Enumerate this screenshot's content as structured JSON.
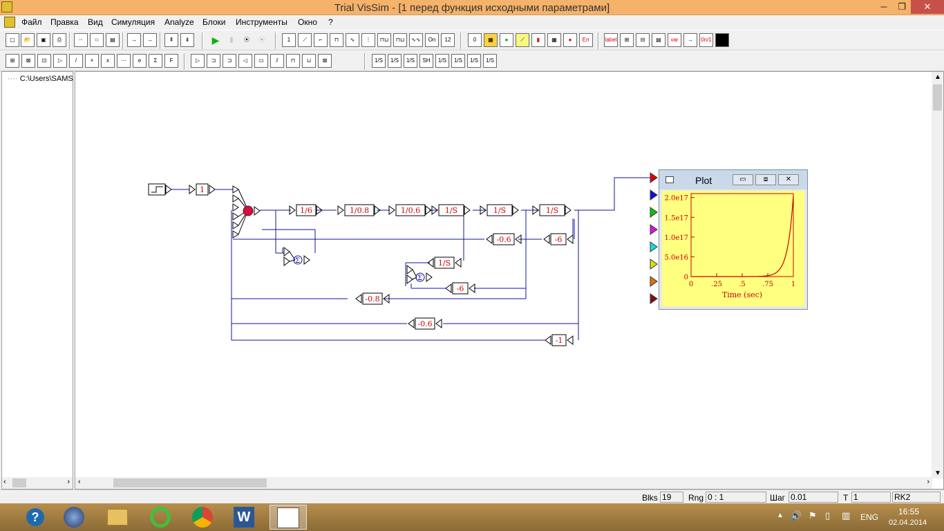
{
  "window": {
    "title": "Trial VisSim - [1 перед функция исходными параметрами]"
  },
  "menu": [
    "Файл",
    "Правка",
    "Вид",
    "Симуляция",
    "Analyze",
    "Блоки",
    "Инструменты",
    "Окно",
    "?"
  ],
  "toolbar1": [
    "new",
    "open",
    "save",
    "print",
    "cut",
    "copy",
    "paste",
    "insert-in",
    "insert-out",
    "up",
    "down",
    "run",
    "pause",
    "step",
    "reset",
    "in",
    "ramp",
    "step-fn",
    "pulse",
    "sine",
    "noise",
    "square",
    "wave",
    "sinusoid",
    "on",
    "12",
    "const0",
    "display",
    "light",
    "plot",
    "histogram",
    "matrix",
    "stop",
    "error",
    "label",
    "block-a",
    "block-b",
    "block-c",
    "variable",
    "connect",
    "onoff",
    "color"
  ],
  "toolbar1_labels": {
    "const": "0",
    "on": "On",
    "num": "12",
    "label": "label",
    "var": "var",
    "onoff": "0n/1"
  },
  "toolbar2": [
    "b1",
    "b2",
    "b3",
    "b4",
    "b5",
    "b6",
    "b7",
    "b8",
    "b9",
    "b10",
    "b11",
    "c1",
    "c2",
    "c3",
    "c4",
    "c5",
    "c6",
    "c7",
    "c8",
    "c9",
    "d1",
    "d2",
    "d3",
    "d4",
    "d5",
    "d6",
    "d7"
  ],
  "toolbar2_labels": {
    "d": [
      "1/S",
      "1/S",
      "1/S",
      "SH",
      "1/S",
      "1/S",
      "1/S"
    ]
  },
  "tree": {
    "root": "C:\\Users\\SAMS"
  },
  "diagram": {
    "forward": [
      "1",
      "1/6",
      "1/0.8",
      "1/0.6",
      "1/S",
      "1/S",
      "1/S"
    ],
    "feedback": [
      "-0.6",
      "-6",
      "1/S",
      "-6",
      "-0.8",
      "-0.6",
      "-1"
    ],
    "sum": "Σ"
  },
  "plot": {
    "title": "Plot",
    "yticks": [
      "2.0e17",
      "1.5e17",
      "1.0e17",
      "5.0e16",
      "0"
    ],
    "xticks": [
      "0",
      ".25",
      ".5",
      ".75",
      "1"
    ],
    "xlabel": "Time (sec)",
    "bg": "#ffff80",
    "fg": "#cc0000"
  },
  "port_colors": [
    "#e00000",
    "#1010e0",
    "#10c010",
    "#e010e0",
    "#10e0e0",
    "#e0e010",
    "#e07010",
    "#801010"
  ],
  "status": {
    "blks_label": "Blks",
    "blks": "19",
    "rng_label": "Rng",
    "rng": "0 : 1",
    "step_label": "Шаг",
    "step": "0.01",
    "t_label": "T",
    "t": "1",
    "method": "RK2"
  },
  "taskbar": {
    "apps": [
      "help",
      "itunes",
      "explorer",
      "recycle",
      "chrome",
      "word",
      "vissim"
    ],
    "lang": "ENG",
    "time": "16:55",
    "date": "02.04.2014"
  }
}
